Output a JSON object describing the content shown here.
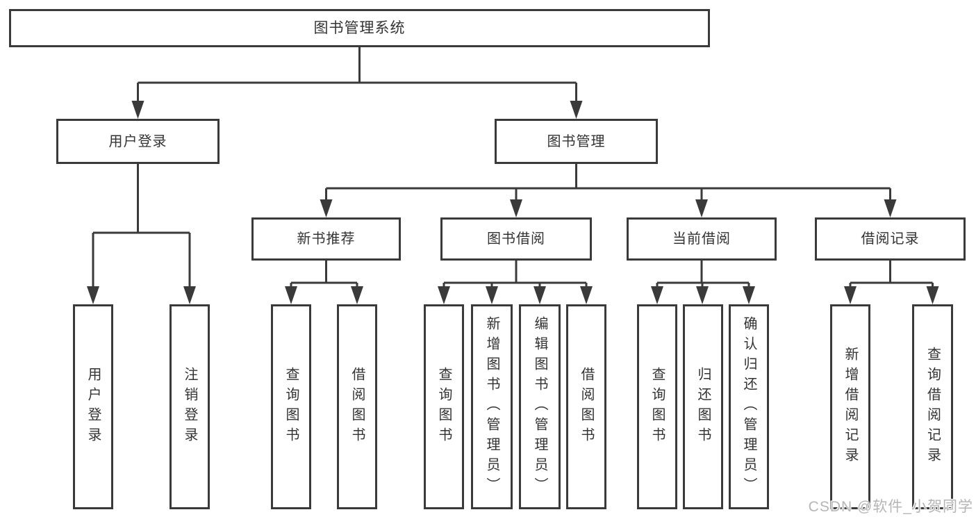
{
  "diagram_title": "图书管理系统",
  "nodes": {
    "root": {
      "label": "图书管理系统"
    },
    "level2": [
      {
        "id": "user-login",
        "label": "用户登录"
      },
      {
        "id": "book-management",
        "label": "图书管理"
      }
    ],
    "level3": [
      {
        "id": "new-book-recommend",
        "label": "新书推荐",
        "parent": "图书管理"
      },
      {
        "id": "book-borrowing",
        "label": "图书借阅",
        "parent": "图书管理"
      },
      {
        "id": "current-borrowing",
        "label": "当前借阅",
        "parent": "图书管理"
      },
      {
        "id": "borrowing-records",
        "label": "借阅记录",
        "parent": "图书管理"
      }
    ],
    "level4": [
      {
        "id": "leaf-user-login",
        "label": "用户登录",
        "parent": "用户登录"
      },
      {
        "id": "leaf-logout",
        "label": "注销登录",
        "parent": "用户登录"
      },
      {
        "id": "leaf-query-books-recommend",
        "label": "查询图书",
        "parent": "新书推荐"
      },
      {
        "id": "leaf-borrow-books-recommend",
        "label": "借阅图书",
        "parent": "新书推荐"
      },
      {
        "id": "leaf-query-books-borrowing",
        "label": "查询图书",
        "parent": "图书借阅"
      },
      {
        "id": "leaf-add-books-admin",
        "label": "新增图书（管理员）",
        "parent": "图书借阅"
      },
      {
        "id": "leaf-edit-books-admin",
        "label": "编辑图书（管理员）",
        "parent": "图书借阅"
      },
      {
        "id": "leaf-borrow-books-borrowing",
        "label": "借阅图书",
        "parent": "图书借阅"
      },
      {
        "id": "leaf-query-books-current",
        "label": "查询图书",
        "parent": "当前借阅"
      },
      {
        "id": "leaf-return-books",
        "label": "归还图书",
        "parent": "当前借阅"
      },
      {
        "id": "leaf-confirm-return-admin",
        "label": "确认归还（管理员）",
        "parent": "当前借阅"
      },
      {
        "id": "leaf-add-borrow-record",
        "label": "新增借阅记录",
        "parent": "借阅记录"
      },
      {
        "id": "leaf-query-borrow-record",
        "label": "查询借阅记录",
        "parent": "借阅记录"
      }
    ]
  },
  "watermark": "CSDN @软件_小贺同学",
  "colors": {
    "line": "#3a3a3a",
    "text": "#333333",
    "watermark": "#b5b5b5",
    "background": "#ffffff"
  }
}
